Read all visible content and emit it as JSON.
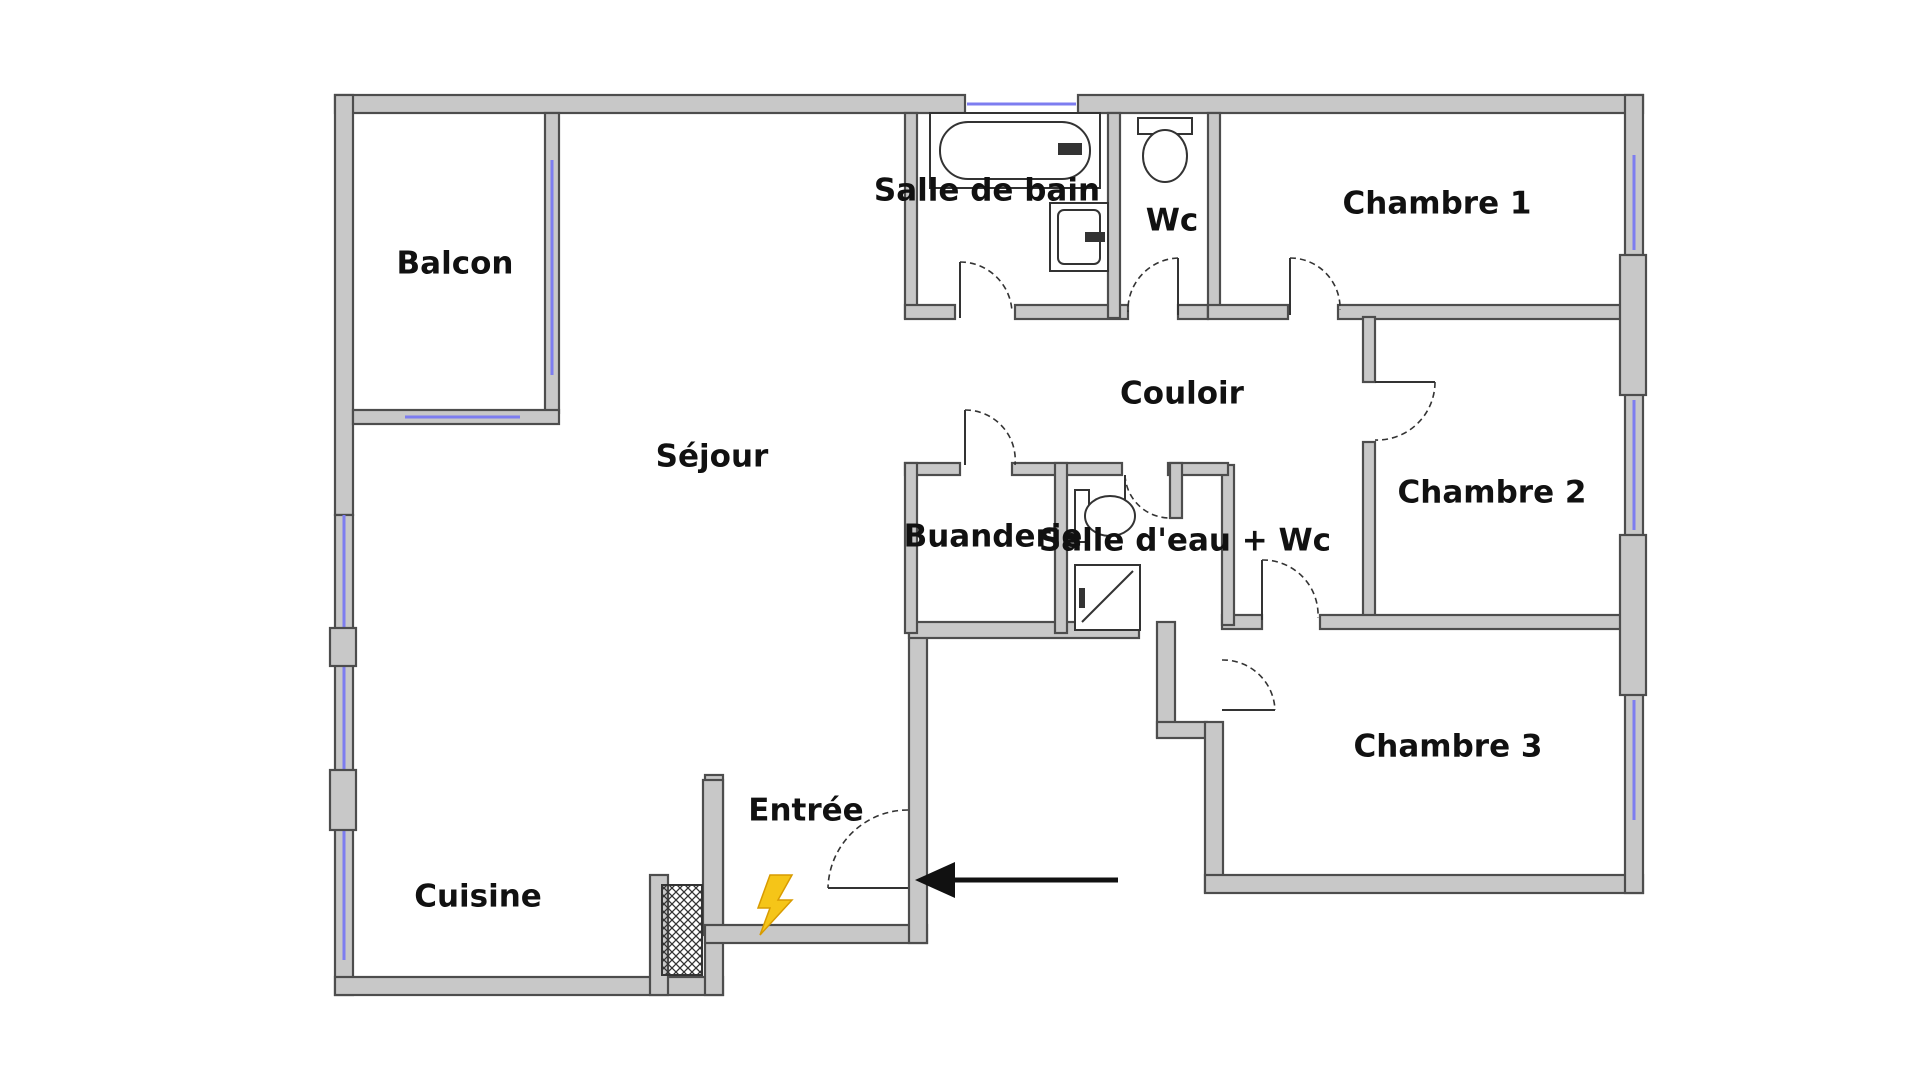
{
  "rooms": {
    "balcon": "Balcon",
    "sejour": "Séjour",
    "cuisine": "Cuisine",
    "entree": "Entrée",
    "salle_de_bain": "Salle de bain",
    "wc": "Wc",
    "chambre_1": "Chambre 1",
    "chambre_2": "Chambre 2",
    "chambre_3": "Chambre 3",
    "couloir": "Couloir",
    "buanderie": "Buanderie",
    "salle_d_eau": "Salle d'eau + Wc"
  },
  "colors": {
    "wall_fill": "#c8c8c8",
    "wall_stroke": "#4d4d4d",
    "window": "#7d7df0",
    "electric_panel": "#f5c518"
  },
  "icons": {
    "entrance": "arrow-left-icon",
    "electric_panel": "lightning-bolt-icon",
    "ventilation": "crosshatch-duct-icon"
  }
}
